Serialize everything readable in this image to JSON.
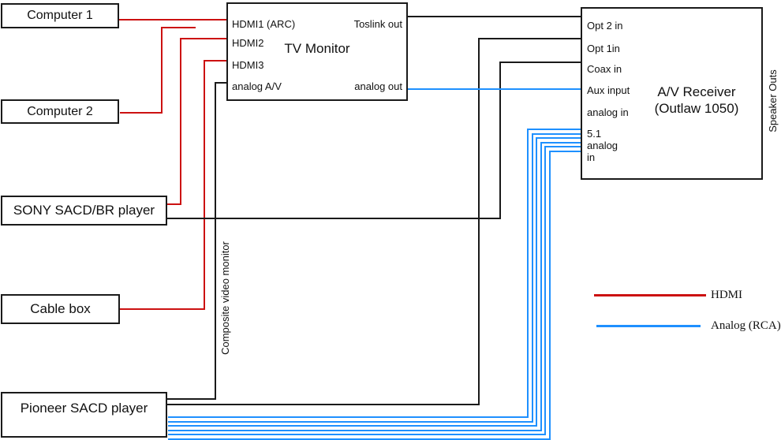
{
  "colors": {
    "hdmi": "#cc1111",
    "analog": "#1e90ff",
    "line": "#1a1a1a"
  },
  "devices": {
    "computer1": {
      "label": "Computer 1"
    },
    "computer2": {
      "label": "Computer 2"
    },
    "sony": {
      "label": "SONY SACD/BR player"
    },
    "cable": {
      "label": "Cable box"
    },
    "pioneer": {
      "label": "Pioneer SACD player"
    }
  },
  "tv": {
    "title": "TV Monitor",
    "ports": {
      "hdmi1": "HDMI1 (ARC)",
      "hdmi2": "HDMI2",
      "hdmi3": "HDMI3",
      "analog_av": "analog A/V",
      "toslink_out": "Toslink out",
      "analog_out": "analog out"
    }
  },
  "receiver": {
    "title": "A/V Receiver\n(Outlaw 1050)",
    "ports": {
      "opt2": "Opt 2 in",
      "opt1": "Opt 1in",
      "coax": "Coax in",
      "aux": "Aux input",
      "analog": "analog in",
      "analog51": "5.1\nanalog\nin"
    },
    "speaker_outs": "Speaker Outs"
  },
  "annotations": {
    "composite": "Composite video monitor"
  },
  "legend": [
    {
      "label": "HDMI",
      "color": "#cc1111"
    },
    {
      "label": "Analog (RCA)",
      "color": "#1e90ff"
    }
  ]
}
